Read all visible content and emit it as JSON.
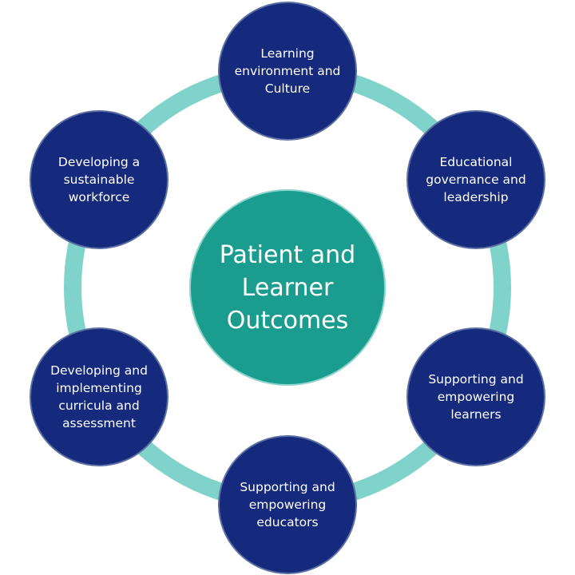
{
  "center": {
    "label": "Patient and Learner Outcomes"
  },
  "nodes": [
    {
      "label": "Learning environment and Culture"
    },
    {
      "label": "Educational governance and leadership"
    },
    {
      "label": "Supporting and empowering learners"
    },
    {
      "label": "Supporting and empowering educators"
    },
    {
      "label": "Developing and implementing curricula and assessment"
    },
    {
      "label": "Developing a sustainable workforce"
    }
  ],
  "colors": {
    "ring": "#7fd3cb",
    "outer_circle": "#152a7c",
    "center_circle": "#1a9d8e",
    "text": "#ffffff"
  }
}
